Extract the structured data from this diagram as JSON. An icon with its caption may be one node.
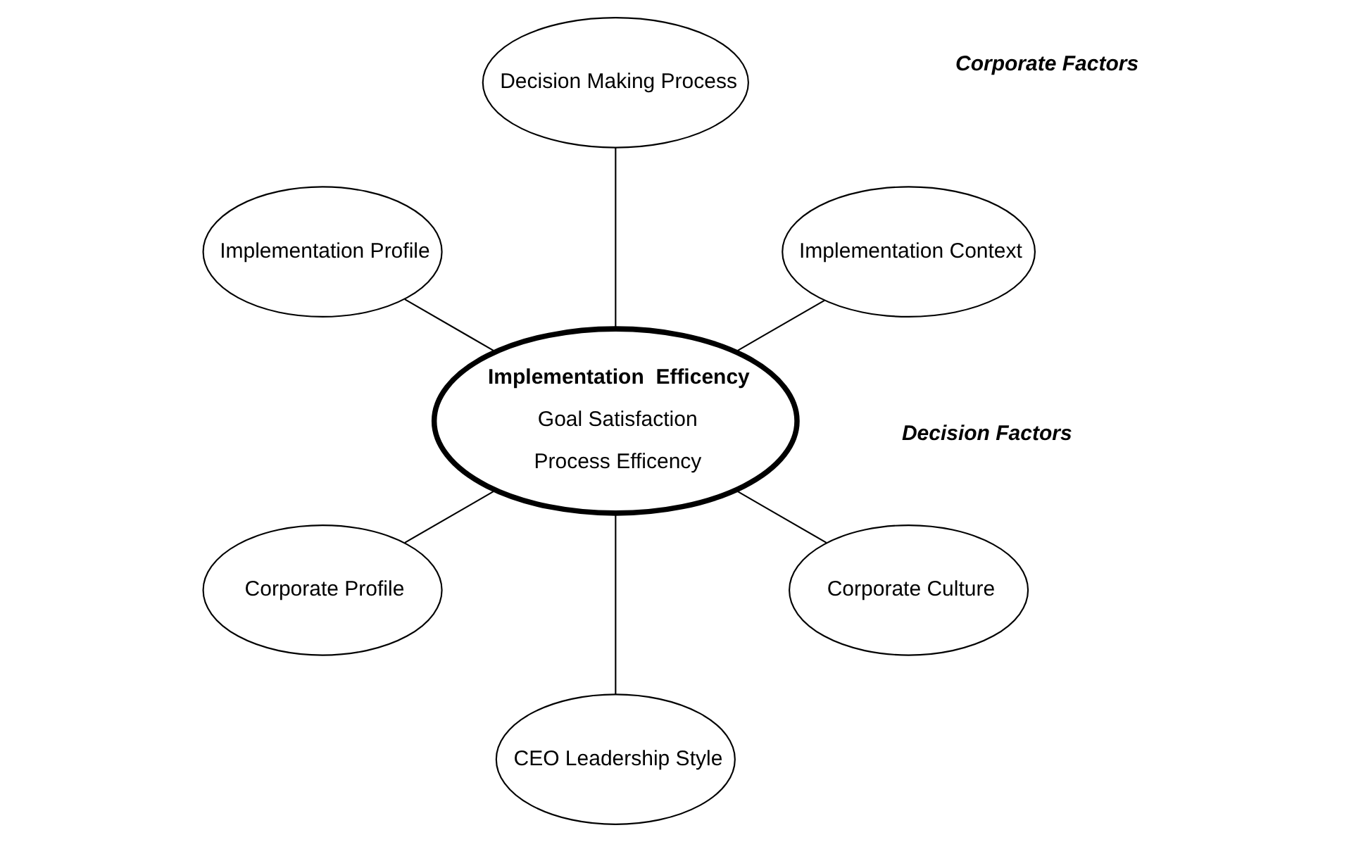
{
  "diagram": {
    "nodes": [
      {
        "text": [
          "Implementation Context"
        ]
      },
      {
        "text": [
          "Decision Making Process"
        ]
      },
      {
        "text": [
          "Implementation Profile"
        ]
      },
      {
        "text": [
          "Implementation  Efficency",
          "Goal Satisfaction",
          "Process Efficency"
        ]
      },
      {
        "text": [
          "Corporate Profile"
        ]
      },
      {
        "text": [
          "CEO Leadership Style"
        ]
      },
      {
        "text": [
          "Corporate Culture"
        ]
      }
    ],
    "edges": [
      {
        "from": 3,
        "to": 0,
        "arrow": "none"
      },
      {
        "from": 3,
        "to": 1,
        "arrow": "none"
      },
      {
        "from": 3,
        "to": 2,
        "arrow": "none"
      },
      {
        "from": 3,
        "to": 4,
        "arrow": "none"
      },
      {
        "from": 3,
        "to": 5,
        "arrow": "none"
      },
      {
        "from": 3,
        "to": 6,
        "arrow": "none"
      }
    ],
    "labels": [
      "Decision Factors",
      "Corporate Factors"
    ]
  }
}
